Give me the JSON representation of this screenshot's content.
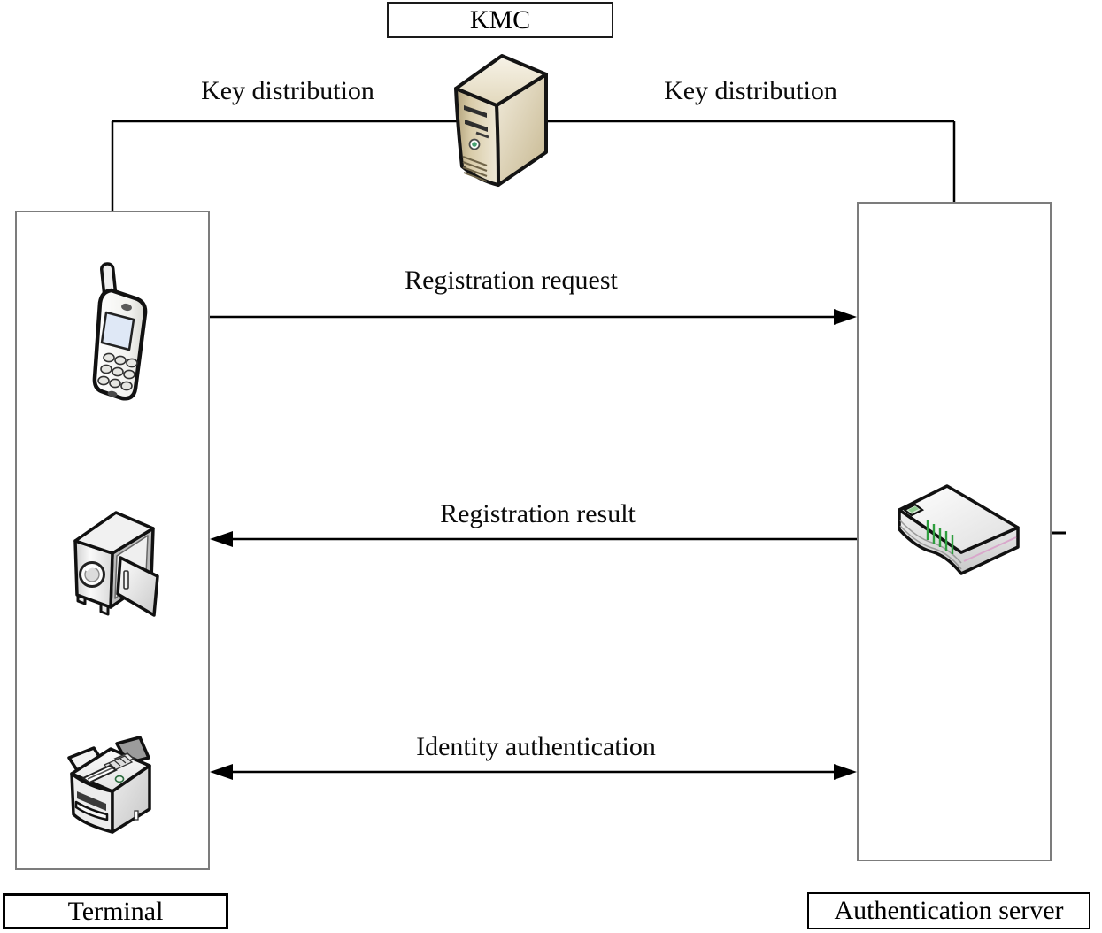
{
  "diagram": {
    "kmc_label": "KMC",
    "key_distribution_left": "Key distribution",
    "key_distribution_right": "Key distribution",
    "terminal_label": "Terminal",
    "auth_server_label": "Authentication server",
    "arrows": [
      {
        "label": "Registration request",
        "direction": "left-to-right"
      },
      {
        "label": "Registration result",
        "direction": "right-to-left"
      },
      {
        "label": "Identity authentication",
        "direction": "bidirectional"
      }
    ],
    "icons": {
      "kmc": "server-tower-icon",
      "terminal": [
        "mobile-phone-icon",
        "safe-icon",
        "fax-printer-icon"
      ],
      "auth_server": "router-icon"
    },
    "colors": {
      "line": "#000000",
      "container_border": "#7c7c7c",
      "tower_beige": "#d9cba6",
      "led_green": "#2e9e3e",
      "router_pink": "#d9a7cb",
      "phone_screen_blue": "#dfe8f6"
    }
  }
}
